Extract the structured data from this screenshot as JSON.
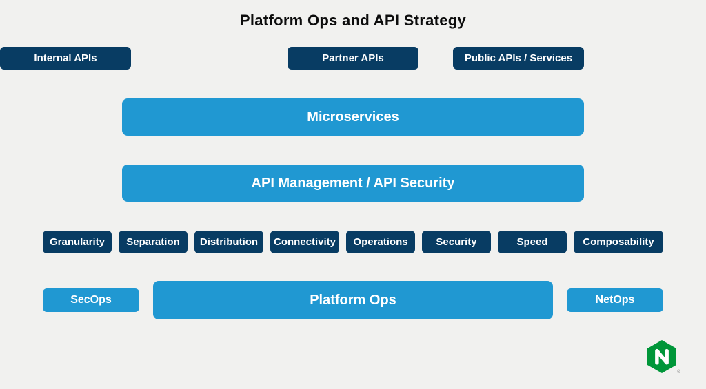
{
  "title": "Platform Ops and API Strategy",
  "colors": {
    "background": "#f1f1ef",
    "navy": "#083c63",
    "blue": "#2098d2",
    "logo_green": "#009639",
    "text_light": "#ffffff",
    "text_dark": "#0d0d0d"
  },
  "api_row": [
    {
      "label": "Partner APIs"
    },
    {
      "label": "Public APIs / Services"
    },
    {
      "label": "Internal APIs"
    }
  ],
  "microservices": {
    "label": "Microservices"
  },
  "api_management": {
    "label": "API Management / API Security"
  },
  "capabilities": [
    "Granularity",
    "Separation",
    "Distribution",
    "Connectivity",
    "Operations",
    "Security",
    "Speed",
    "Composability"
  ],
  "ops_row": {
    "left": "SecOps",
    "center": "Platform Ops",
    "right": "NetOps"
  },
  "logo": {
    "brand": "NGINX",
    "registered_mark": "®"
  }
}
